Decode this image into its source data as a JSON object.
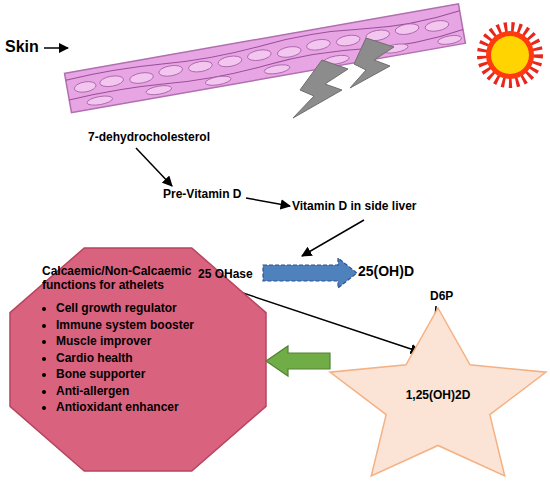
{
  "diagram": {
    "nodes": [
      {
        "text": [
          "Calcaemic/Non-Calcaemic functions for athelets",
          "Cell growth regulator",
          "Immune system booster",
          "Muscle improver",
          "Cardio health",
          "Bone supporter",
          "Anti-allergen",
          "Antioxidant enhancer"
        ]
      },
      {
        "text": [
          "1,25(OH)2D"
        ]
      }
    ],
    "edges": [
      {
        "from": 1,
        "to": 0,
        "arrow": "to"
      }
    ],
    "labels": [
      "Skin",
      "7-dehydrocholesterol",
      "Pre-Vitamin D",
      "Vitamin D in side liver",
      "25 OHase",
      "25(OH)D",
      "D6P"
    ]
  }
}
